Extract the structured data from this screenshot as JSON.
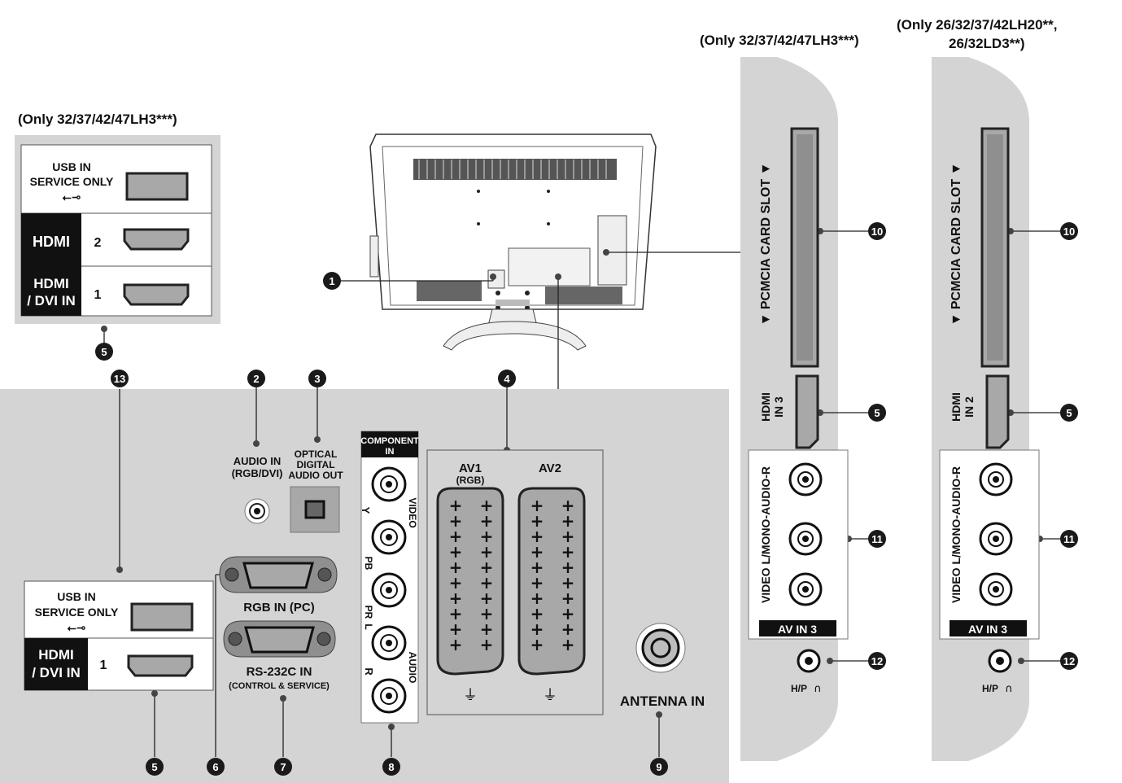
{
  "notes": {
    "left_panel_note": "(Only 32/37/42/47LH3***)",
    "side_a_note": "(Only 32/37/42/47LH3***)",
    "side_b_note_line1": "(Only 26/32/37/42LH20**,",
    "side_b_note_line2": "26/32LD3**)"
  },
  "callouts": {
    "n1": "1",
    "n2": "2",
    "n3": "3",
    "n4": "4",
    "n5": "5",
    "n6": "6",
    "n7": "7",
    "n8": "8",
    "n9": "9",
    "n10": "10",
    "n11": "11",
    "n12": "12",
    "n13": "13"
  },
  "left_panel": {
    "usb_line1": "USB IN",
    "usb_line2": "SERVICE ONLY",
    "hdmi2_label": "HDMI",
    "hdmi2_number": "2",
    "hdmi1_line1": "HDMI",
    "hdmi1_line2": "/ DVI IN",
    "hdmi1_number": "1"
  },
  "main_panel": {
    "audio_in_line1": "AUDIO IN",
    "audio_in_line2": "(RGB/DVI)",
    "optical_line1": "OPTICAL",
    "optical_line2": "DIGITAL",
    "optical_line3": "AUDIO OUT",
    "component_line1": "COMPONENT",
    "component_line2": "IN",
    "video_label": "VIDEO",
    "audio_label": "AUDIO",
    "y_label": "Y",
    "pb_label": "PB",
    "pr_label": "PR",
    "l_label": "L",
    "r_label": "R",
    "av1_line1": "AV1",
    "av1_line2": "(RGB)",
    "av2_label": "AV2",
    "rgb_in_label": "RGB IN (PC)",
    "rs232_line1": "RS-232C IN",
    "rs232_line2": "(CONTROL & SERVICE)",
    "antenna_label": "ANTENNA IN",
    "usb_line1": "USB IN",
    "usb_line2": "SERVICE ONLY",
    "hdmi_line1": "HDMI",
    "hdmi_line2": "/ DVI IN",
    "hdmi_number": "1"
  },
  "side_a": {
    "pcmcia_label": "▼ PCMCIA CARD SLOT ▼",
    "hdmi_label_line1": "HDMI",
    "hdmi_label_line2": "IN 3",
    "av_side_label": "VIDEO L/MONO-AUDIO-R",
    "av_in_label": "AV IN 3",
    "hp_label": "H/P"
  },
  "side_b": {
    "pcmcia_label": "▼ PCMCIA CARD SLOT ▼",
    "hdmi_label_line1": "HDMI",
    "hdmi_label_line2": "IN 2",
    "av_side_label": "VIDEO L/MONO-AUDIO-R",
    "av_in_label": "AV IN 3",
    "hp_label": "H/P"
  },
  "colors": {
    "panel_gray": "#d4d4d4",
    "port_gray": "#a8a8a8",
    "dark": "#1a1a1a"
  }
}
